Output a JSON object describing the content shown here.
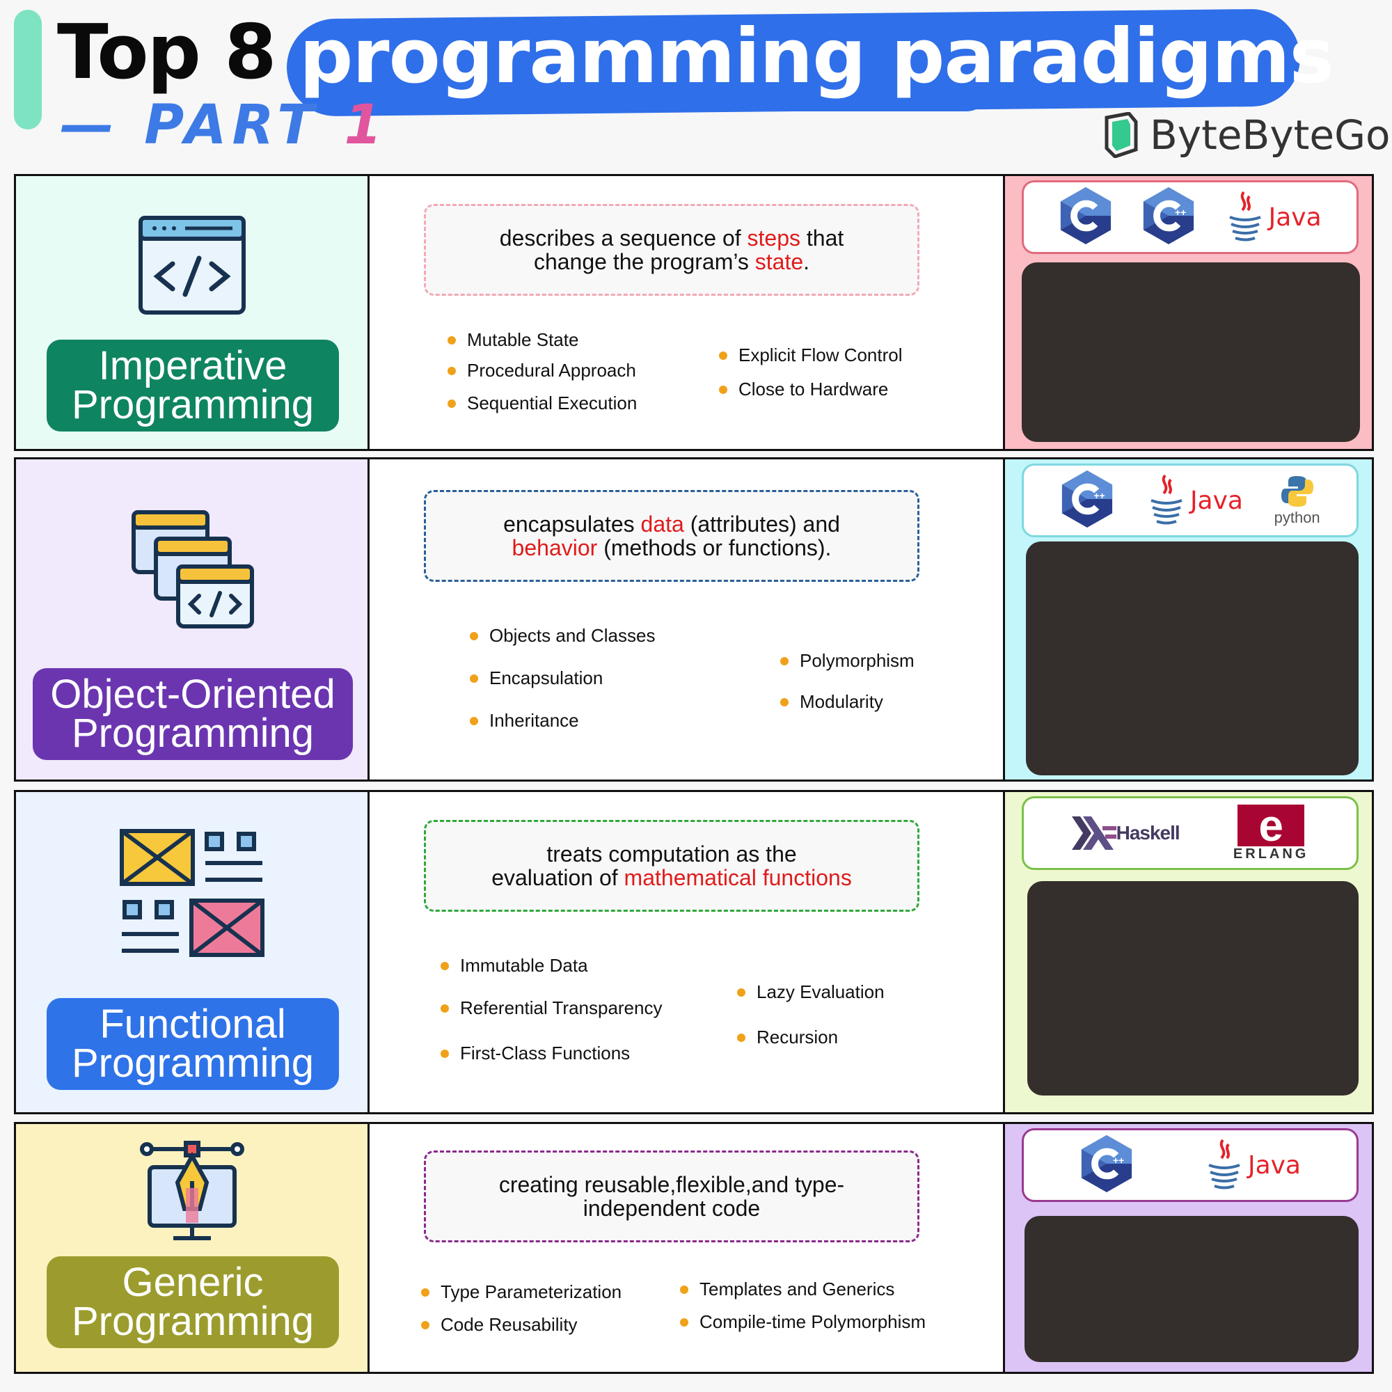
{
  "header": {
    "title_prefix": "Top 8",
    "title_highlight": "programming paradigms",
    "part_label": "— PART",
    "part_number": "1",
    "brand": "ByteByteGo"
  },
  "logos": {
    "java": "Java",
    "python": "python",
    "haskell": "Haskell",
    "erlang_letter": "e",
    "erlang": "ERLANG",
    "c": "C",
    "cpp_plus": "++"
  },
  "rows": [
    {
      "id": "imperative",
      "title_line1": "Imperative",
      "title_line2": "Programming",
      "desc_a": "describes a sequence of ",
      "desc_b": "steps",
      "desc_c": " that",
      "desc_d": "change the program’s ",
      "desc_e": "state",
      "desc_f": ".",
      "bullets_left": [
        "Mutable State",
        "Procedural Approach",
        "Sequential Execution"
      ],
      "bullets_right": [
        "Explicit Flow Control",
        "Close to Hardware"
      ],
      "colors": {
        "left_bg": "#e8fcf6",
        "pill": "#0f8461",
        "dash": "#f2a9b5",
        "right_bg": "#fbbcc4",
        "logo_border": "#e06b7d"
      }
    },
    {
      "id": "oop",
      "title_line1": "Object-Oriented",
      "title_line2": "Programming",
      "desc_a": "encapsulates ",
      "desc_b": "data",
      "desc_c": " (attributes) and",
      "desc_d": "behavior",
      "desc_e": " (methods or functions).",
      "bullets_left": [
        "Objects and Classes",
        "Encapsulation",
        "Inheritance"
      ],
      "bullets_right": [
        "Polymorphism",
        "Modularity"
      ],
      "colors": {
        "left_bg": "#f1e9fc",
        "pill": "#6b35b0",
        "dash": "#2a5f97",
        "right_bg": "#c2f6fb",
        "logo_border": "#7fd7e0"
      }
    },
    {
      "id": "functional",
      "title_line1": "Functional",
      "title_line2": "Programming",
      "desc_a": "treats computation as the",
      "desc_b": "evaluation of ",
      "desc_c": "mathematical functions",
      "bullets_left": [
        "Immutable Data",
        "Referential Transparency",
        "First-Class Functions"
      ],
      "bullets_right": [
        "Lazy Evaluation",
        "Recursion"
      ],
      "colors": {
        "left_bg": "#eaf3fe",
        "pill": "#2f73e8",
        "dash": "#2fa83a",
        "right_bg": "#eef8d0",
        "logo_border": "#7ac04a"
      }
    },
    {
      "id": "generic",
      "title_line1": "Generic",
      "title_line2": "Programming",
      "desc_a": "creating reusable,flexible,and type-",
      "desc_b": "independent code",
      "bullets_left": [
        "Type Parameterization",
        "Code Reusability"
      ],
      "bullets_right": [
        "Templates and Generics",
        "Compile-time Polymorphism"
      ],
      "colors": {
        "left_bg": "#fcf2c0",
        "pill": "#9c9c2e",
        "dash": "#8a2a8a",
        "right_bg": "#dcc4f6",
        "logo_border": "#9a3a8f"
      }
    }
  ]
}
